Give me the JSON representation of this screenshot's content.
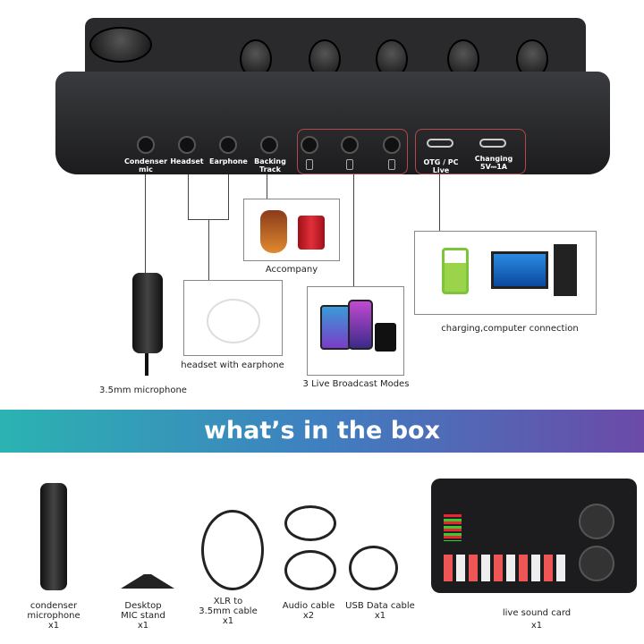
{
  "device_ports": {
    "left": [
      "Condenser mic",
      "Headset",
      "Earphone",
      "Backing Track"
    ],
    "right": [
      "OTG / PC Live",
      "Changing 5V⎓1A"
    ]
  },
  "callouts": {
    "accompany": "Accompany",
    "headset": "headset with earphone",
    "broadcast": "3 Live Broadcast  Modes",
    "charging": "charging,computer connection",
    "microphone": "3.5mm microphone"
  },
  "banner": {
    "title": "what’s in the box",
    "colors": [
      "#2bb3b1",
      "#6b4aa8"
    ]
  },
  "box_items": [
    {
      "name": "condenser microphone",
      "qty": "x1"
    },
    {
      "name": "Desktop MIC stand",
      "qty": "x1"
    },
    {
      "name": "XLR to 3.5mm cable",
      "qty": "x1"
    },
    {
      "name": "Audio cable",
      "qty": "x2"
    },
    {
      "name": "USB  Data cable",
      "qty": "x1"
    },
    {
      "name": "live sound card",
      "qty": "x1"
    }
  ]
}
